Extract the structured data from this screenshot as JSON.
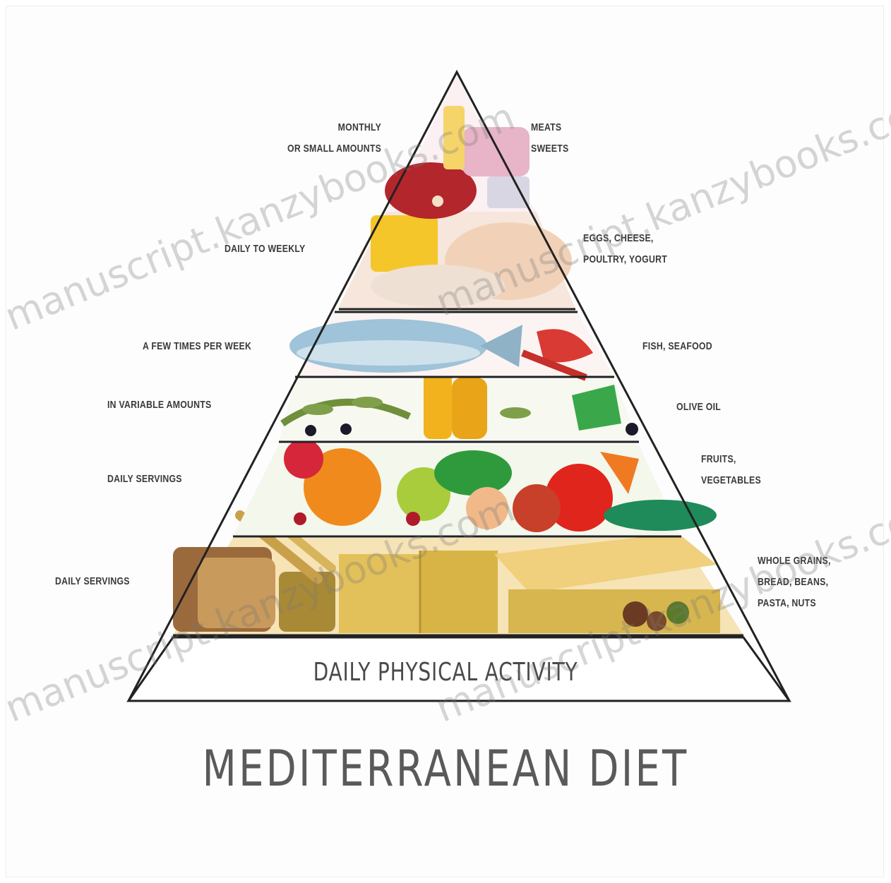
{
  "title": "MEDITERRANEAN DIET",
  "base_label": "DAILY PHYSICAL ACTIVITY",
  "tiers": [
    {
      "left": "MONTHLY\nOR SMALL AMOUNTS",
      "right": "MEATS\nSWEETS"
    },
    {
      "left": "DAILY TO WEEKLY",
      "right": "EGGS, CHEESE,\nPOULTRY, YOGURT"
    },
    {
      "left": "A FEW TIMES PER WEEK",
      "right": "FISH, SEAFOOD"
    },
    {
      "left": "IN VARIABLE AMOUNTS",
      "right": "OLIVE OIL"
    },
    {
      "left": "DAILY SERVINGS",
      "right": "FRUITS,\nVEGETABLES"
    },
    {
      "left": "DAILY SERVINGS",
      "right": "WHOLE GRAINS,\nBREAD, BEANS,\nPASTA, NUTS"
    }
  ],
  "watermark": "manuscript.kanzybooks.com",
  "colors": {
    "outline": "#222222",
    "meat": "#b3262b",
    "sweets": "#e8b4c8",
    "cheese": "#f5c62a",
    "poultry": "#f1d2b8",
    "fish": "#9fc3d8",
    "seafood": "#d93a34",
    "olive_oil": "#f2b21e",
    "olive_leaf": "#6f8f3b",
    "fruit_orange": "#f08a1c",
    "tomato": "#e0251c",
    "veg_green": "#2f9a3c",
    "grain": "#e3b85a",
    "bread": "#9b6a3c"
  }
}
